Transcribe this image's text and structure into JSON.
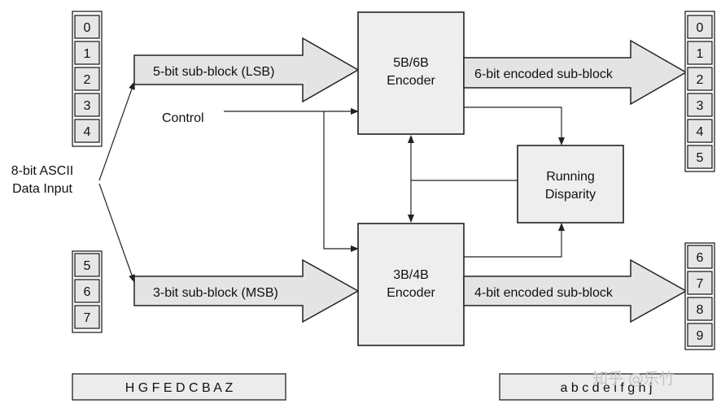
{
  "input": {
    "label_line1": "8-bit ASCII",
    "label_line2": "Data Input",
    "lsb_bits": [
      "0",
      "1",
      "2",
      "3",
      "4"
    ],
    "msb_bits": [
      "5",
      "6",
      "7"
    ],
    "bottom_bar": "H G F E D C B A Z"
  },
  "arrows": {
    "lsb": "5-bit sub-block (LSB)",
    "msb": "3-bit sub-block (MSB)",
    "out6": "6-bit encoded sub-block",
    "out4": "4-bit encoded sub-block"
  },
  "control": {
    "label": "Control"
  },
  "blocks": {
    "enc56_line1": "5B/6B",
    "enc56_line2": "Encoder",
    "enc34_line1": "3B/4B",
    "enc34_line2": "Encoder",
    "rd_line1": "Running",
    "rd_line2": "Disparity"
  },
  "output": {
    "top_bits": [
      "0",
      "1",
      "2",
      "3",
      "4",
      "5"
    ],
    "bottom_bits": [
      "6",
      "7",
      "8",
      "9"
    ],
    "bottom_bar": "a b c d e i f g h j"
  },
  "watermark": {
    "text": "知乎 @乐竹"
  }
}
